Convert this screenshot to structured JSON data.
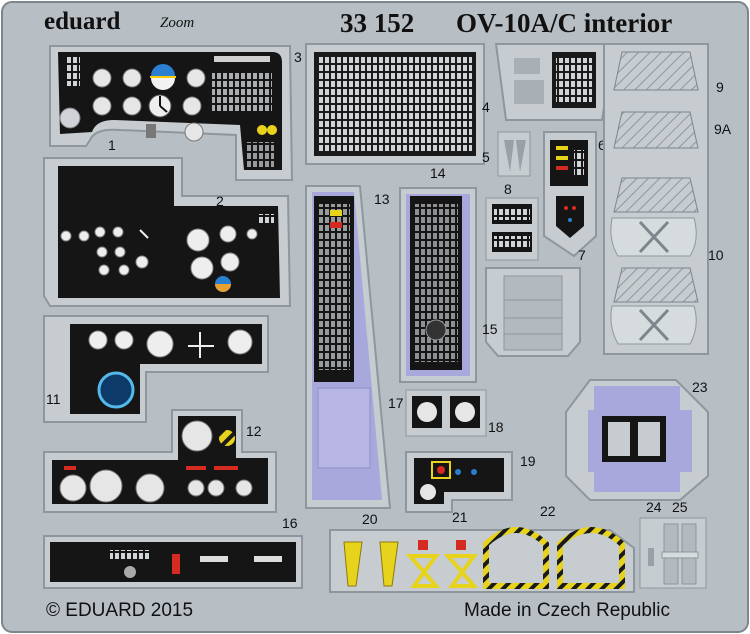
{
  "sheet": {
    "brand": "eduard",
    "logo_text": "Zoom",
    "catalog_number": "33 152",
    "title": "OV-10A/C interior",
    "copyright": "© EDUARD 2015",
    "origin": "Made in Czech Republic"
  },
  "part_numbers": [
    "1",
    "2",
    "3",
    "4",
    "5",
    "6",
    "7",
    "8",
    "9",
    "9A",
    "10",
    "11",
    "12",
    "13",
    "14",
    "15",
    "16",
    "17",
    "18",
    "19",
    "20",
    "21",
    "22",
    "23",
    "24",
    "25"
  ],
  "colors": {
    "fret_background": "#b8bfc4",
    "frame_edge": "#8e979d",
    "panel_black": "#141414",
    "part_grey": "#c6ccd0",
    "lavender": "#a9a8dc",
    "yellow": "#e8d31c",
    "red": "#d42a20",
    "blue": "#2a7fd0"
  },
  "icons": [
    "instrument-dial-icon",
    "attitude-indicator-icon",
    "toggle-switch-icon",
    "seat-harness-icon"
  ]
}
